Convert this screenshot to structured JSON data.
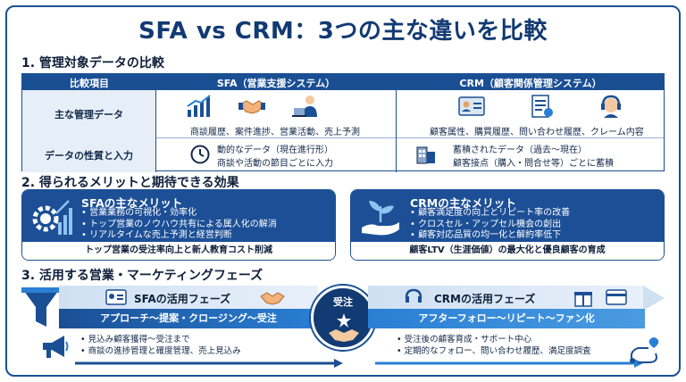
{
  "title": "SFA vs CRM：3つの主な違いを比較",
  "section1": {
    "heading": "1. 管理対象データの比較",
    "headers": {
      "item": "比較項目",
      "sfa": "SFA（営業支援システム）",
      "crm": "CRM（顧客関係管理システム）"
    },
    "row1": {
      "label": "主な管理データ",
      "sfa_text": "商談履歴、案件進捗、営業活動、売上予測",
      "crm_text": "顧客属性、購買履歴、問い合わせ履歴、クレーム内容"
    },
    "row2": {
      "label": "データの性質と入力",
      "sfa_line1": "動的なデータ（現在進行形）",
      "sfa_line2": "商談や活動の節目ごとに入力",
      "crm_line1": "蓄積されたデータ（過去〜現在）",
      "crm_line2": "顧客接点（購入・問合せ等）ごとに蓄積"
    }
  },
  "section2": {
    "heading": "2. 得られるメリットと期待できる効果",
    "sfa": {
      "title": "SFAの主なメリット",
      "items": [
        "営業業務の可視化・効率化",
        "トップ営業のノウハウ共有による属人化の解消",
        "リアルタイムな売上予測と経営判断"
      ],
      "footer": "トップ営業の受注率向上と新人教育コスト削減"
    },
    "crm": {
      "title": "CRMの主なメリット",
      "items": [
        "顧客満足度の向上とリピート率の改善",
        "クロスセル・アップセル機会の創出",
        "顧客対応品質の均一化と解約率低下"
      ],
      "footer": "顧客LTV（生涯価値）の最大化と優良顧客の育成"
    }
  },
  "section3": {
    "heading": "3. 活用する営業・マーケティングフェーズ",
    "sfa_phase": "SFAの活用フェーズ",
    "sfa_flow": "アプローチ〜提案・クロージング〜受注",
    "sfa_bullets": [
      "見込み顧客獲得〜受注まで",
      "商談の進捗管理と確度管理、売上見込み"
    ],
    "center": "受注",
    "crm_phase": "CRMの活用フェーズ",
    "crm_flow": "アフターフォロー〜リピート〜ファン化",
    "crm_bullets": [
      "受注後の顧客育成・サポート中心",
      "定期的なフォロー、問い合わせ履歴、満足度調査"
    ]
  },
  "colors": {
    "navy": "#123a73",
    "blue": "#1b4f94",
    "light": "#e6eef8",
    "accent": "#2a7fd4"
  }
}
